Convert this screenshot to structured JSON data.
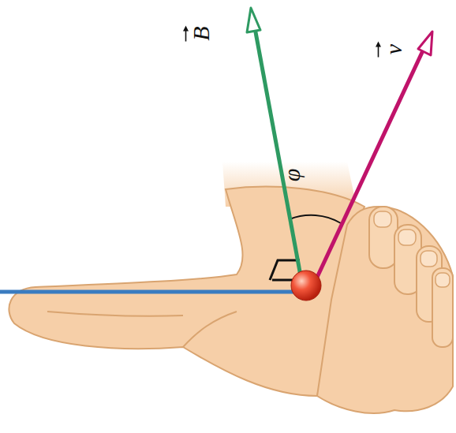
{
  "diagram": {
    "labels": [
      "B",
      "v",
      "φ"
    ]
  }
}
